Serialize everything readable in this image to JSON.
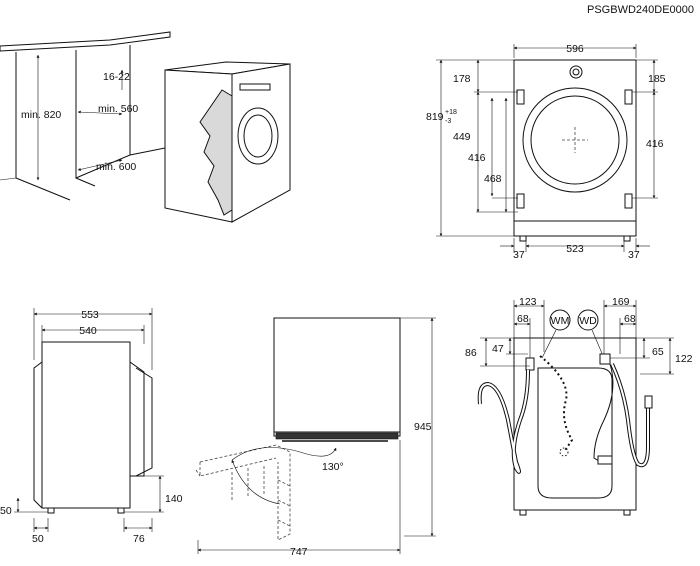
{
  "model_code": "PSGBWD240DE0000",
  "installation_view": {
    "niche_height": "min. 820",
    "top_gap": "16-22",
    "niche_width": "min. 560",
    "niche_depth": "min. 600"
  },
  "front_view": {
    "width": "596",
    "height": "819",
    "height_tolerance_plus": "+18",
    "height_tolerance_minus": "-3",
    "top_left": "178",
    "top_right": "185",
    "left_449": "449",
    "left_416": "416",
    "left_468": "468",
    "right_416": "416",
    "bottom_width": "523",
    "foot_left": "37",
    "foot_right": "37"
  },
  "side_view": {
    "depth_total": "553",
    "depth_body": "540",
    "plinth_height": "140",
    "foot_height": "50",
    "foot_offset": "50",
    "rear_offset": "76"
  },
  "door_view": {
    "height": "945",
    "door_clearance": "747",
    "door_angle": "130°"
  },
  "rear_view": {
    "left_offset": "123",
    "right_offset": "169",
    "left_68": "68",
    "right_68": "68",
    "label_86": "86",
    "label_47": "47",
    "label_65": "65",
    "label_122": "122",
    "wm_label": "WM",
    "wd_label": "WD"
  }
}
